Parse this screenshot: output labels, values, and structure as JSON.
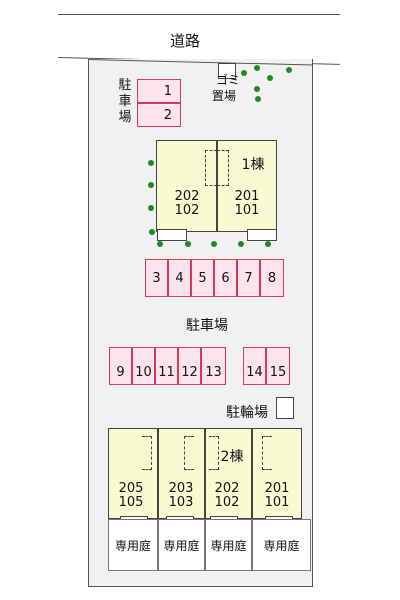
{
  "road": {
    "label": "道路"
  },
  "gomi": {
    "label_line1": "ゴミ",
    "label_line2": "置場"
  },
  "parking_top": {
    "label": [
      "駐",
      "車",
      "場"
    ],
    "spaces": [
      "1",
      "2"
    ]
  },
  "building1": {
    "label": "1棟",
    "units": [
      {
        "upper": "202",
        "lower": "102"
      },
      {
        "upper": "201",
        "lower": "101"
      }
    ]
  },
  "parking_row1": {
    "spaces": [
      "3",
      "4",
      "5",
      "6",
      "7",
      "8"
    ]
  },
  "parking_mid": {
    "label": "駐車場"
  },
  "parking_row2a": {
    "spaces": [
      "9",
      "10",
      "11",
      "12",
      "13"
    ]
  },
  "parking_row2b": {
    "spaces": [
      "14",
      "15"
    ]
  },
  "bike_parking": {
    "label": "駐輪場"
  },
  "building2": {
    "label": "2棟",
    "units": [
      {
        "upper": "205",
        "lower": "105"
      },
      {
        "upper": "203",
        "lower": "103"
      },
      {
        "upper": "202",
        "lower": "102"
      },
      {
        "upper": "201",
        "lower": "101"
      }
    ]
  },
  "gardens": [
    "専用庭",
    "専用庭",
    "専用庭",
    "専用庭"
  ],
  "colors": {
    "parking_fill": "#fde4ec",
    "parking_border": "#d23a5a",
    "building_fill": "#fafad2",
    "tree": "#1f8a1f",
    "lot_fill": "#f1f1f1"
  }
}
